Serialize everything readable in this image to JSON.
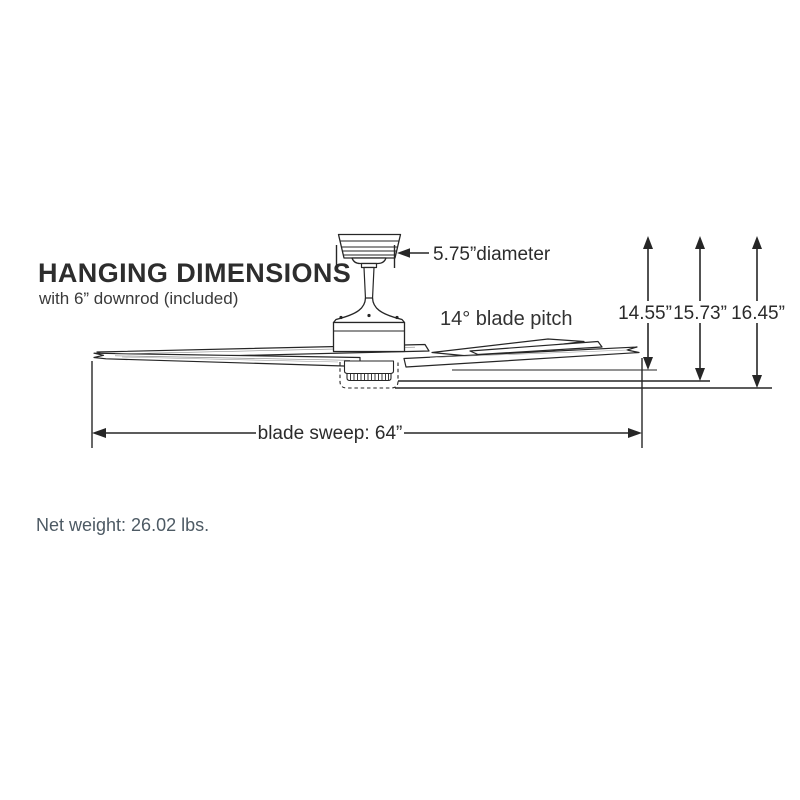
{
  "header": {
    "title": "HANGING DIMENSIONS",
    "subtitle": "with 6” downrod (included)"
  },
  "diagram": {
    "canopy_diameter_label": "5.75”diameter",
    "blade_pitch_label": "14° blade pitch",
    "heights": [
      "14.55”",
      "15.73”",
      "16.45”"
    ],
    "blade_sweep_label": "blade sweep: 64”"
  },
  "footer": {
    "net_weight": "Net weight: 26.02 lbs."
  },
  "colors": {
    "line": "#262626",
    "title_text": "#2d2d2d",
    "body_text": "#3a3a3a",
    "net_weight_text": "#4d5a64"
  }
}
